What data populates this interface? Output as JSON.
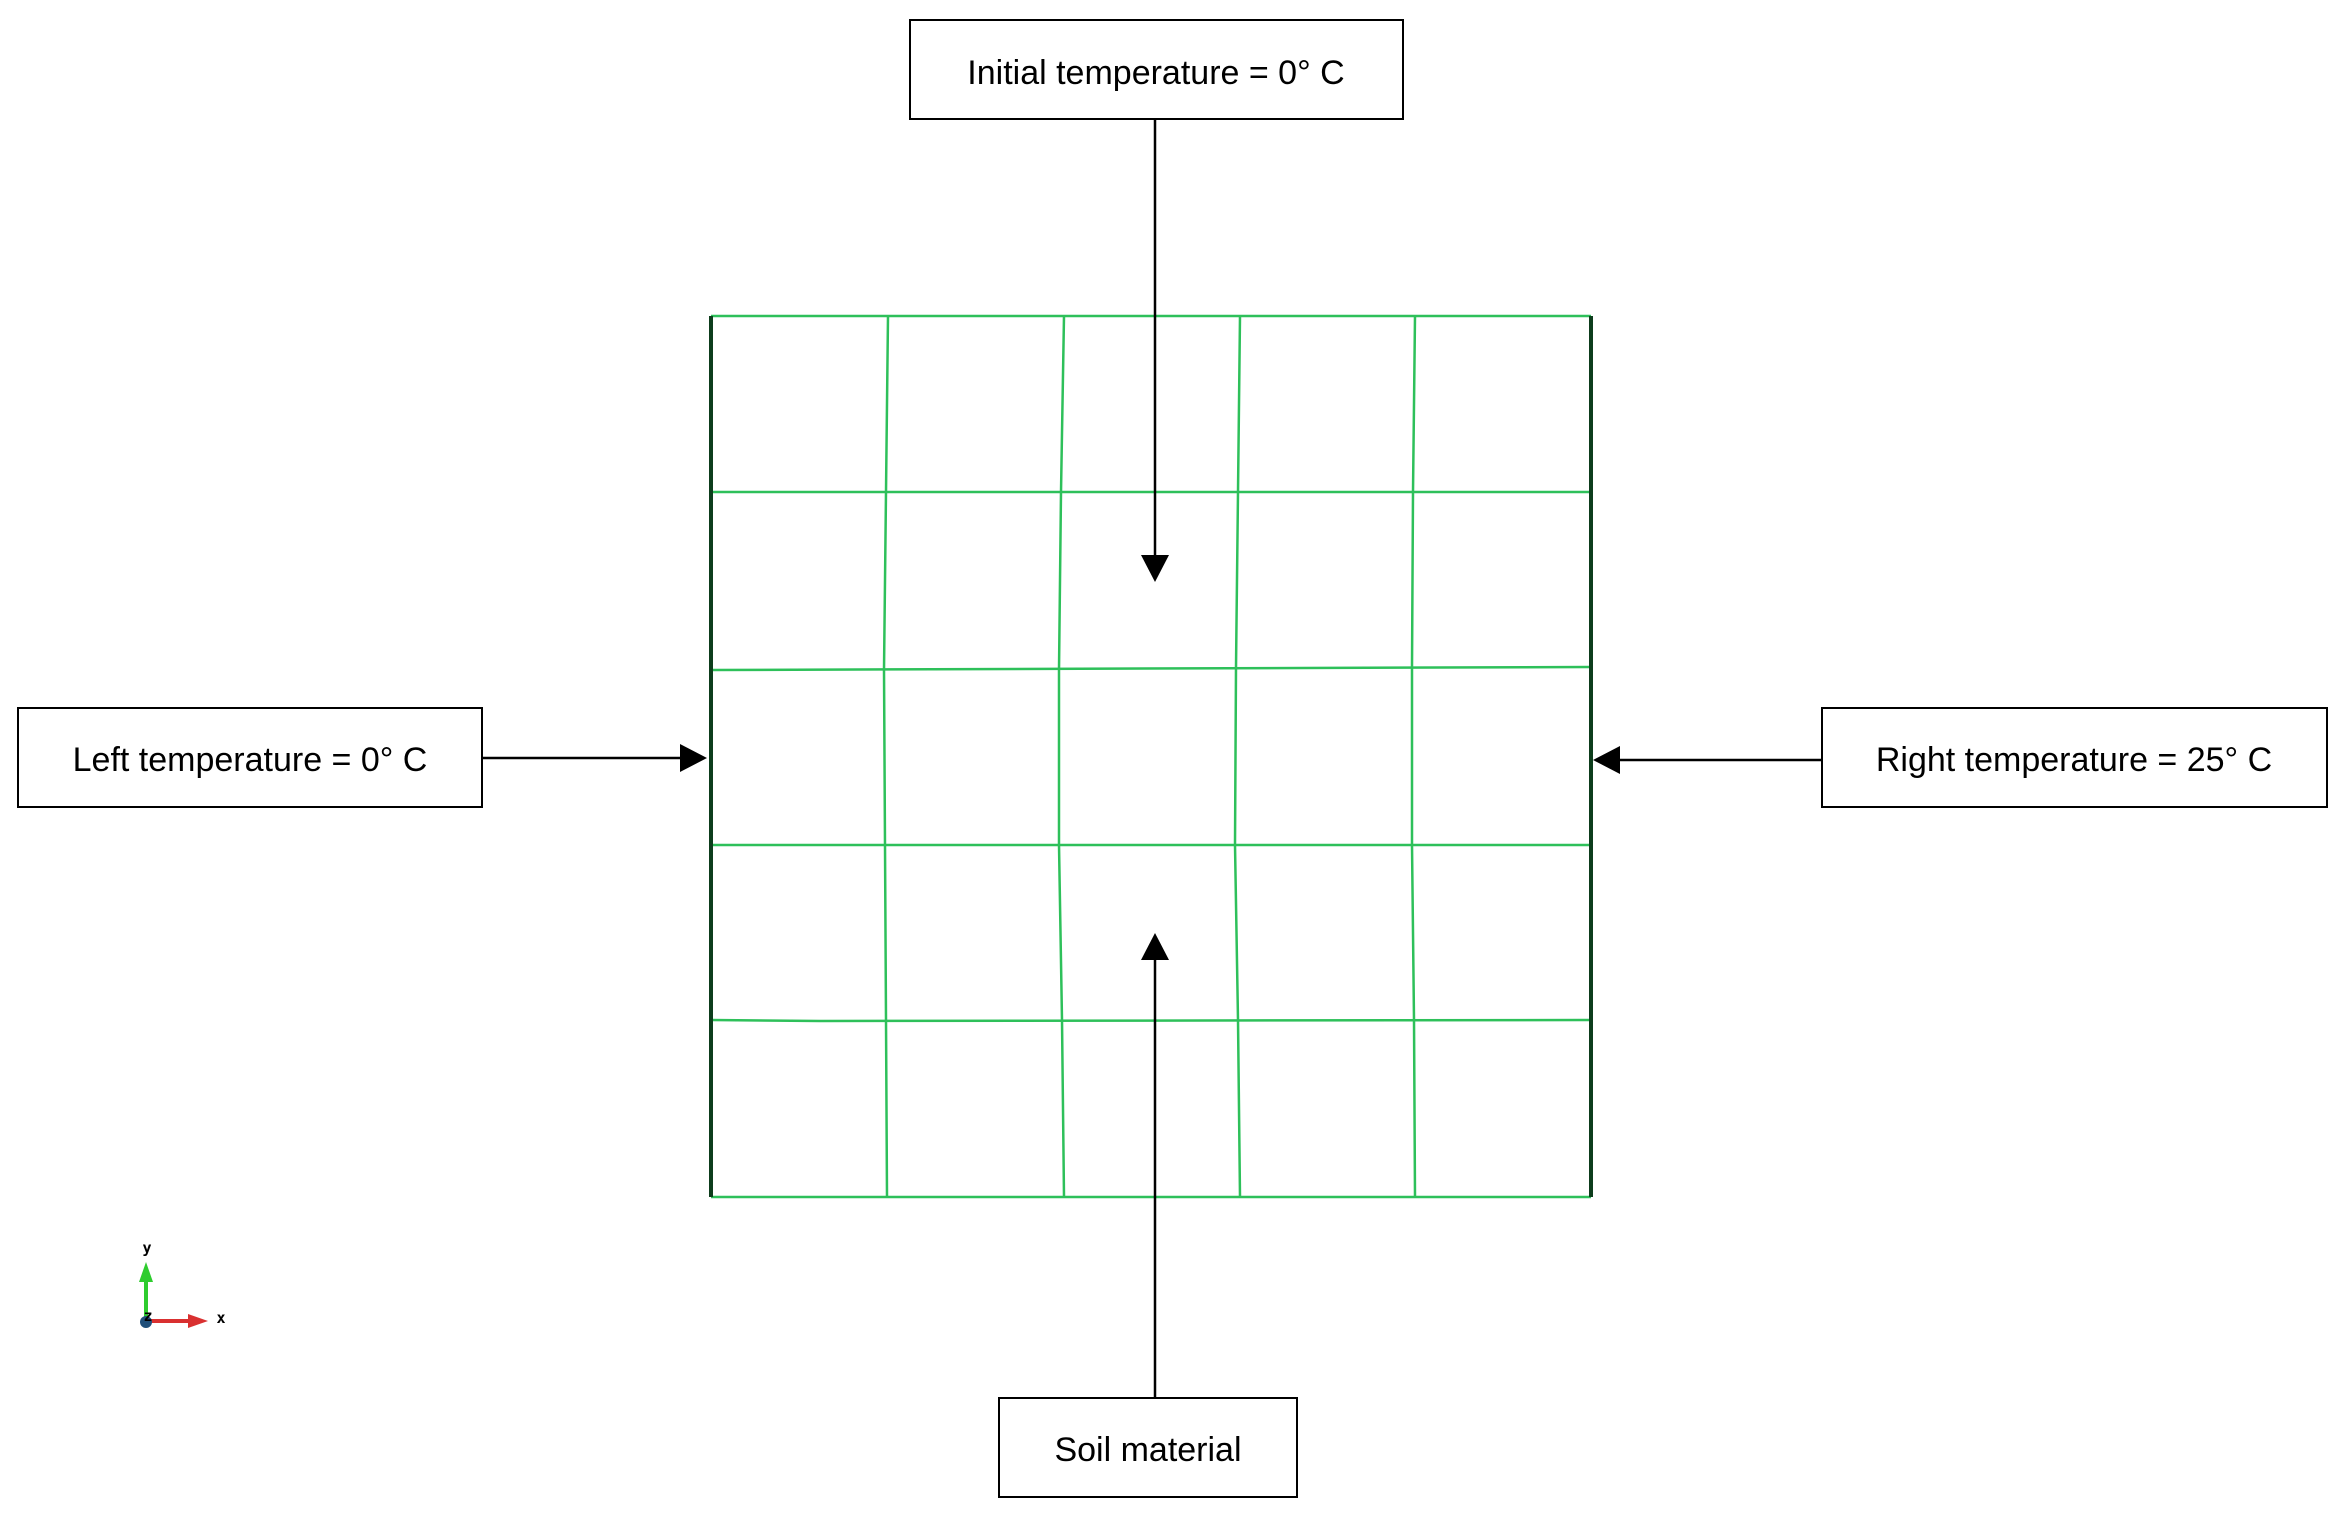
{
  "labels": {
    "initial_temperature": "Initial temperature = 0° C",
    "left_temperature": "Left temperature = 0° C",
    "right_temperature": "Right temperature = 25° C",
    "soil_material": "Soil material"
  },
  "mesh": {
    "columns": 5,
    "rows": 5,
    "line_color": "#2ec05a",
    "edge_color": "#0d3d1c"
  },
  "axes": {
    "y_label": "y",
    "x_label": "x",
    "z_label": "z",
    "y_color": "#2ecc2e",
    "x_color": "#d93030",
    "z_color": "#1f4f7a"
  }
}
